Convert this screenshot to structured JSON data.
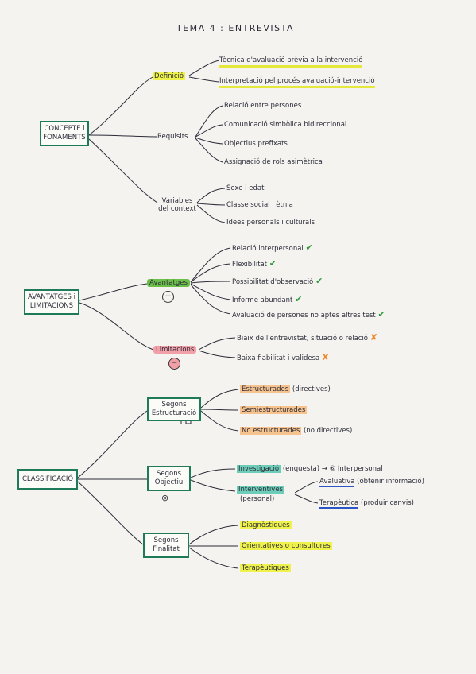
{
  "title": "TEMA 4 : ENTREVISTA",
  "concepte": {
    "label": "CONCEPTE i FONAMENTS",
    "definicio": {
      "label": "Definició",
      "items": [
        "Tècnica d'avaluació prèvia a la intervenció",
        "Interpretació pel procés avaluació-intervenció"
      ]
    },
    "requisits": {
      "label": "Requisits",
      "items": [
        "Relació entre persones",
        "Comunicació simbòlica bidireccional",
        "Objectius prefixats",
        "Assignació de rols asimètrica"
      ]
    },
    "variables": {
      "label": "Variables del context",
      "items": [
        "Sexe i edat",
        "Classe social i ètnia",
        "Idees personals i culturals"
      ]
    }
  },
  "avantatges_limitacions": {
    "label": "AVANTATGES i LIMITACIONS",
    "avantatges": {
      "label": "Avantatges",
      "sign": "+",
      "items": [
        "Relació interpersonal",
        "Flexibilitat",
        "Possibilitat d'observació",
        "Informe abundant",
        "Avaluació de persones no aptes altres test"
      ],
      "mark": "✔"
    },
    "limitacions": {
      "label": "Limitacions",
      "sign": "−",
      "items": [
        "Biaix de l'entrevistat, situació o relació",
        "Baixa fiabilitat i validesa"
      ],
      "mark": "✘"
    }
  },
  "classificacio": {
    "label": "CLASSIFICACIÓ",
    "estructuracio": {
      "label": "Segons Estructuració",
      "items": [
        {
          "text": "Estructurades",
          "note": "(directives)"
        },
        {
          "text": "Semiestructurades",
          "note": ""
        },
        {
          "text": "No estructurades",
          "note": "(no directives)"
        }
      ]
    },
    "objectiu": {
      "label": "Segons Objectiu",
      "symbol": "⊚",
      "investigacio": {
        "text": "Investigació",
        "note": "(enquesta)",
        "arrow": "→",
        "symbol": "⑥",
        "result": "Interpersonal"
      },
      "intervencio": {
        "text": "Interventives",
        "note": "(personal)",
        "sub": [
          {
            "text": "Avaluativa",
            "note": "(obtenir informació)"
          },
          {
            "text": "Terapèutica",
            "note": "(produir canvis)"
          }
        ]
      }
    },
    "finalitat": {
      "label": "Segons Finalitat",
      "items": [
        "Diagnòstiques",
        "Orientatives o consultores",
        "Terapèutiques"
      ]
    }
  }
}
